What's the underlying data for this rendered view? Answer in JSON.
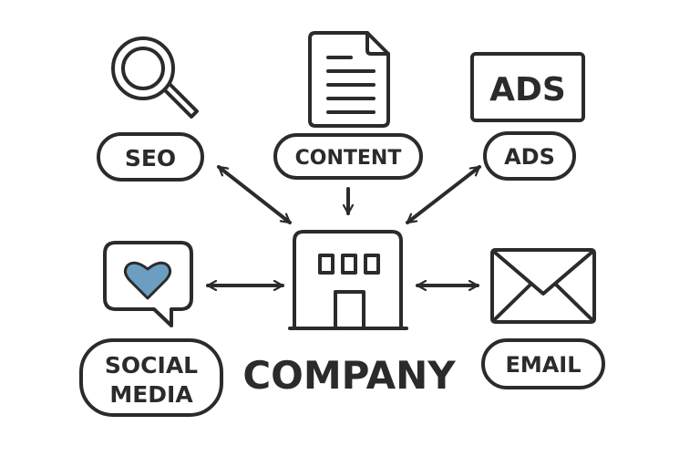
{
  "colors": {
    "stroke": "#2b2b2b",
    "heart": "#6b9ec0",
    "background": "#ffffff"
  },
  "nodes": {
    "seo": {
      "label": "SEO",
      "icon": "magnifier-icon"
    },
    "content": {
      "label": "CONTENT",
      "icon": "document-icon"
    },
    "ads": {
      "label": "ADS",
      "icon_text": "ADS",
      "icon": "ads-board-icon"
    },
    "social": {
      "label_line1": "SOCIAL",
      "label_line2": "MEDIA",
      "icon": "chat-heart-icon"
    },
    "email": {
      "label": "EMAIL",
      "icon": "envelope-icon"
    },
    "company": {
      "label": "COMPANY",
      "icon": "building-icon"
    }
  },
  "edges": [
    {
      "from": "seo",
      "to": "company",
      "direction": "both"
    },
    {
      "from": "content",
      "to": "company",
      "direction": "forward"
    },
    {
      "from": "ads",
      "to": "company",
      "direction": "both"
    },
    {
      "from": "social",
      "to": "company",
      "direction": "both"
    },
    {
      "from": "email",
      "to": "company",
      "direction": "both"
    }
  ]
}
